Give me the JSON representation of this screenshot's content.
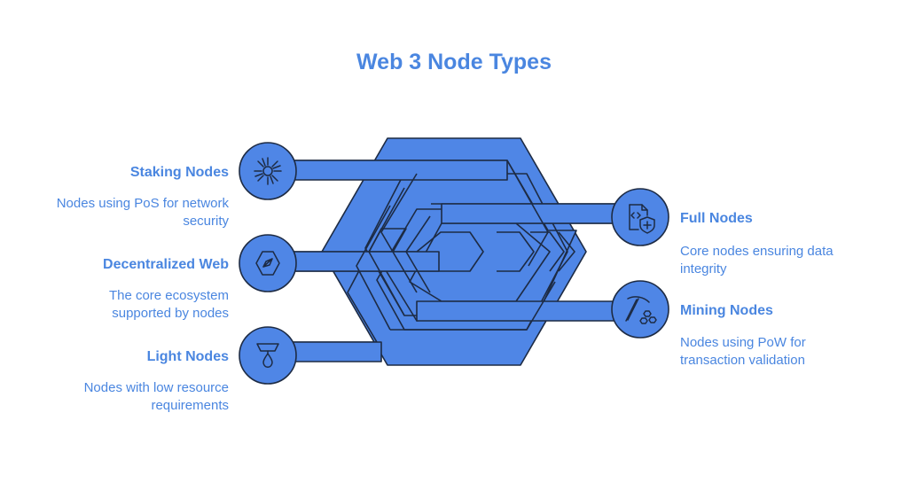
{
  "title": "Web 3 Node Types",
  "colors": {
    "accent": "#4a86e0",
    "fill": "#4f86e6",
    "stroke": "#1d2b44",
    "background": "#ffffff"
  },
  "nodes": [
    {
      "id": "staking",
      "label": "Staking Nodes",
      "description": "Nodes using PoS for network security",
      "icon": "sunburst-icon",
      "side": "left"
    },
    {
      "id": "decentralized-web",
      "label": "Decentralized Web",
      "description": "The core ecosystem supported by nodes",
      "icon": "compass-hexagon-icon",
      "side": "left"
    },
    {
      "id": "light",
      "label": "Light Nodes",
      "description": "Nodes with low resource requirements",
      "icon": "lamp-drop-icon",
      "side": "left"
    },
    {
      "id": "full",
      "label": "Full Nodes",
      "description": "Core nodes ensuring data integrity",
      "icon": "code-file-shield-icon",
      "side": "right"
    },
    {
      "id": "mining",
      "label": "Mining Nodes",
      "description": "Nodes using PoW for transaction validation",
      "icon": "pickaxe-icon",
      "side": "right"
    }
  ]
}
